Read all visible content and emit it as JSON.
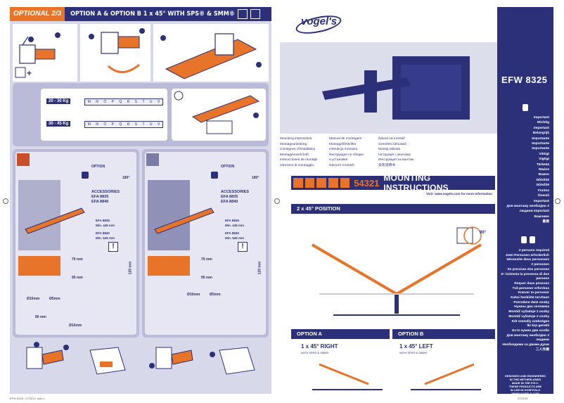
{
  "left_page": {
    "header": {
      "optional": "OPTIONAL",
      "step": "2/3",
      "title": "OPTION A & OPTION B  1 x 45° WITH SPS® & SMM®"
    },
    "weights": [
      "20 - 30 Kg",
      "30 - 45 Kg"
    ],
    "rail_letters_top": [
      "M",
      "N",
      "O",
      "P",
      "Q",
      "R",
      "S",
      "T",
      "U",
      "V"
    ],
    "rail_letters_bottom": [
      "M",
      "N",
      "O",
      "P",
      "Q",
      "R",
      "S",
      "T",
      "U",
      "V"
    ],
    "walls": [
      {
        "option_label": "OPTION",
        "option_angle": "180°",
        "accessories": "ACCESSORIES",
        "efa1": "EFA 8835",
        "efa2": "EFA 8840",
        "spec1_name": "EFA 8835",
        "spec1_min": "Min. 445 mm",
        "spec2_name": "EFA 8840",
        "spec2_min": "Min. 545 mm",
        "dim_top": "70 mm",
        "dim_right": "120 mm",
        "dim_bottom": "95 mm",
        "drill1": "Ø10mm",
        "drill2": "Ø5mm"
      },
      {
        "option_label": "OPTION",
        "option_angle": "180°",
        "accessories": "ACCESSORIES",
        "efa1": "EFA 8835",
        "efa2": "EFA 8840",
        "spec1_name": "EFA 8835",
        "spec1_min": "Min. 445 mm",
        "spec2_name": "EFA 8840",
        "spec2_min": "Min. 545 mm",
        "dim_top": "70 mm",
        "dim_right": "120 mm",
        "dim_bottom": "95 mm",
        "drill1": "Ø10mm",
        "drill2": "Ø5mm"
      }
    ],
    "dim_80": "80 mm",
    "drill_a": "Ø10mm",
    "drill_b": "Ø5mm",
    "footer_left": "EFW 8325_ 07/2014 .indd 1"
  },
  "right_page": {
    "brand": "vogel's",
    "manuals_col1": [
      "Mounting instructions",
      "Montageanleitung",
      "Consignes d'installation",
      "Montagevoorschrift",
      "Instrucciones de montaje",
      "Istruzioni di montaggio"
    ],
    "manuals_col2": [
      "Manual de montagem",
      "Montagefôrskrifter",
      "Instrukcja montażu",
      "Инструкция по сборке",
      "и установке",
      "Návod k montáži"
    ],
    "manuals_col3": [
      "Návod na montáž",
      "Szerelési útmutató",
      "Montaj talimatı",
      "Інструкція з монтажу",
      "Инструкция за монтаж",
      "安装说明书"
    ],
    "code": "54321",
    "mounting_instructions": "MOUNTING INSTRUCTIONS",
    "visit": "Visit: www.vogels.com for more information",
    "position": "2 x 45° POSITION",
    "angle_badge": "90°",
    "option_a": {
      "bar": "OPTION A",
      "title": "1 x 45° RIGHT",
      "sub": "WITH SPS® & SMM®"
    },
    "option_b": {
      "bar": "OPTION B",
      "title": "1 x 45° LEFT",
      "sub": "WITH SPS® & SMM®"
    },
    "footer_right": "07/2014"
  },
  "sidebar": {
    "model": "EFW 8325",
    "important": [
      "Important",
      "Wichtig",
      "Important",
      "Belangrijk",
      "Importante",
      "Importante",
      "Importante",
      "Viktigt",
      "Vigtigt",
      "Tärkeää",
      "Ważne",
      "Важно",
      "Důležité",
      "Dôležité",
      "Fontos",
      "Önemli",
      "Important",
      "Для монтажу необхідно 2 людини Important",
      "Важливо",
      "重要"
    ],
    "persons": [
      "2 persons required",
      "Zwei Personen erforderlich",
      "Nécessite deux personnes",
      "2 personen",
      "Se precisan dos personas",
      "E' richiesta la presenza di due persone",
      "Requer duas pessoas",
      "Två personer erfordras",
      "Kræver to personer",
      "Kaksi henkilöä tarvitaan",
      "Potrzebne dwie osoby",
      "Нужны два человека",
      "Montáž vyžaduje 2 osoby",
      "Montáž vyžaduje 2 osoby",
      "Két személy szükséges",
      "İki kişi gerekli",
      "Есте нужно две особи",
      "Для монтажу необхідно 2 людини",
      "Необходими са двама души",
      "二人作業"
    ],
    "footer": [
      "DESIGNED AND ENGINEERED",
      "IN THE NETHERLANDS",
      "MADE IN THE P.R.C.",
      "THESE PRODUCTS ARE",
      "IN USE IN HOSPITALS",
      "WWW.VOGELS.COM"
    ]
  },
  "colors": {
    "navy": "#2c3079",
    "orange": "#e8742a",
    "lavender": "#d7d8ea"
  }
}
